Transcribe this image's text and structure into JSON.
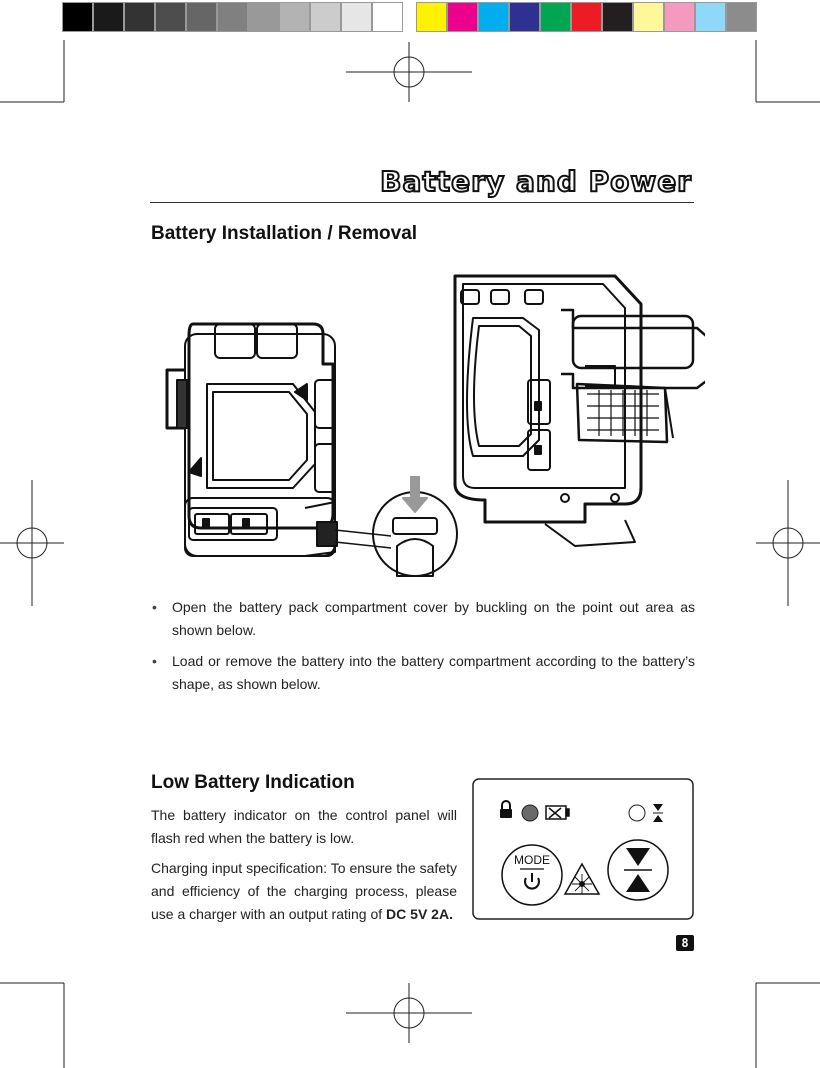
{
  "color_bar": {
    "grays": [
      "#000000",
      "#1a1a1a",
      "#333333",
      "#4d4d4d",
      "#666666",
      "#808080",
      "#999999",
      "#b3b3b3",
      "#cccccc",
      "#e6e6e6",
      "#ffffff"
    ],
    "colors": [
      "#fff200",
      "#ec008c",
      "#00aeef",
      "#2e3192",
      "#00a651",
      "#ed1c24",
      "#231f20",
      "#fff799",
      "#f49ac1",
      "#8ed8f8",
      "#8c8c8c"
    ]
  },
  "page": {
    "title": "Battery and Power",
    "page_number": "8"
  },
  "installation": {
    "heading": "Battery Installation / Removal",
    "bullets": [
      "Open the battery pack compartment cover by buckling on the point out area as shown below.",
      "Load or remove the battery into the battery compartment according to the battery’s shape, as shown below."
    ]
  },
  "low_battery": {
    "heading": "Low Battery Indication",
    "para1": "The battery indicator on the control panel will flash red when the battery is low.",
    "para2_prefix": "Charging input specification: To ensure the safety and efficiency of the charging process, please use a charger with an output rating of ",
    "para2_bold": "DC 5V 2A.",
    "panel": {
      "mode_label": "MODE"
    }
  }
}
